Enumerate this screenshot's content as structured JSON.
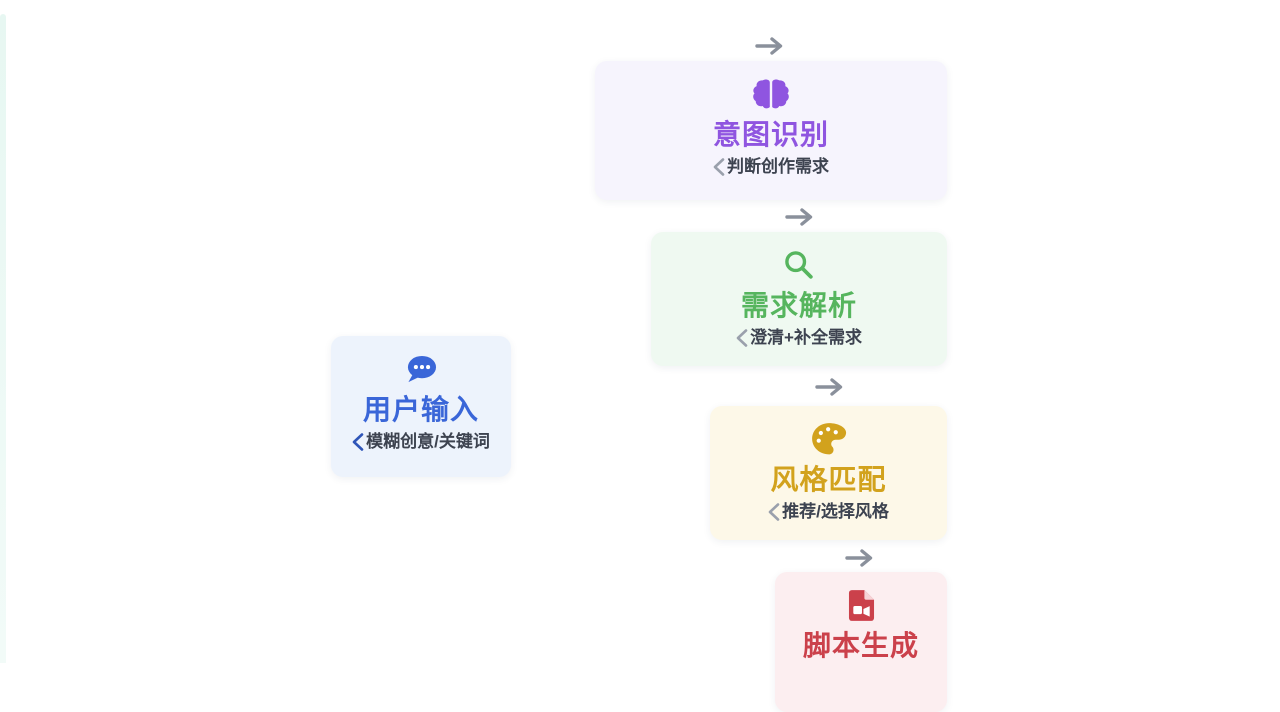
{
  "page": {
    "background": "#ffffff",
    "left_accent_strip_color": "#e9f8f3",
    "connector_color": "#8a909b",
    "subtitle_text_color": "#3d4350"
  },
  "flow": {
    "nodes": [
      {
        "id": "user-input",
        "title": "用户输入",
        "subtitle": "模糊创意/关键词",
        "icon": "comment-dots-icon",
        "accent": "#3a66d8",
        "bg": "#edf3fc",
        "chevron_color": "#2f55b8"
      },
      {
        "id": "intent-recognition",
        "title": "意图识别",
        "subtitle": "判断创作需求",
        "icon": "brain-icon",
        "accent": "#8f55e0",
        "bg": "#f6f4fd",
        "chevron_color": "#9aa0ac"
      },
      {
        "id": "requirement-parsing",
        "title": "需求解析",
        "subtitle": "澄清+补全需求",
        "icon": "magnifier-icon",
        "accent": "#56b55e",
        "bg": "#eff9f1",
        "chevron_color": "#9aa0ac"
      },
      {
        "id": "style-matching",
        "title": "风格匹配",
        "subtitle": "推荐/选择风格",
        "icon": "palette-icon",
        "accent": "#d2a21d",
        "bg": "#fdf8e8",
        "chevron_color": "#9aa0ac"
      },
      {
        "id": "script-generation",
        "title": "脚本生成",
        "subtitle": "",
        "icon": "file-video-icon",
        "accent": "#cb414b",
        "bg": "#fceef0",
        "chevron_color": ""
      }
    ]
  }
}
